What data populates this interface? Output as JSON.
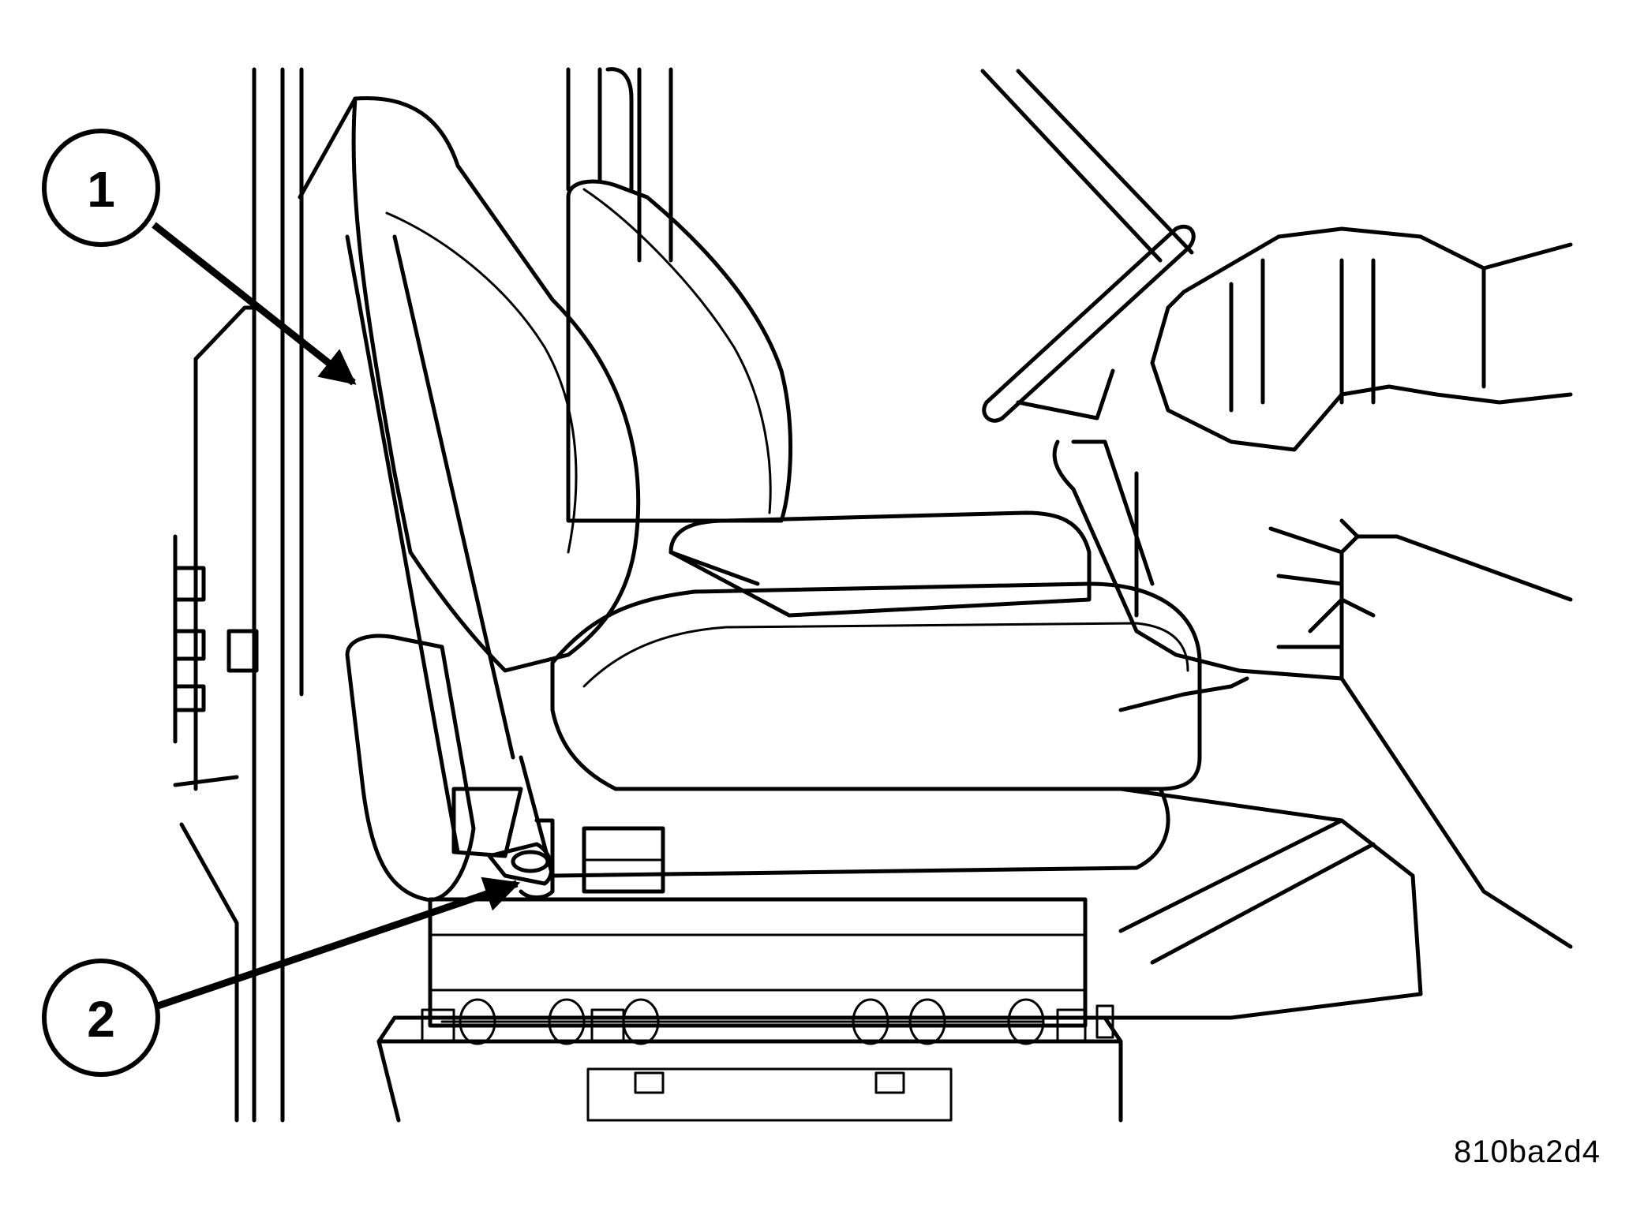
{
  "callouts": [
    {
      "number": "1"
    },
    {
      "number": "2"
    }
  ],
  "figure_id": "810ba2d4",
  "colors": {
    "ink": "#000000",
    "paper": "#ffffff"
  }
}
